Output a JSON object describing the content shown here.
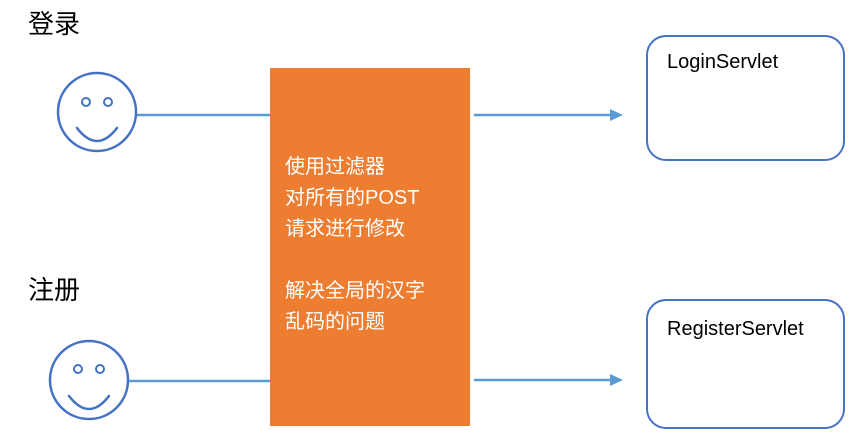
{
  "labels": {
    "login": "登录",
    "register": "注册"
  },
  "filter_box": {
    "paragraph_1": [
      "使用过滤器",
      "对所有的POST",
      "请求进行修改"
    ],
    "paragraph_2": [
      "解决全局的汉字",
      "乱码的问题"
    ]
  },
  "servlets": {
    "login": "LoginServlet",
    "register": "RegisterServlet"
  },
  "icons": {
    "actor": "smiley-face-icon",
    "connector": "arrow-right-icon"
  },
  "colors": {
    "filter_box_fill": "#ED7D31",
    "filter_box_text": "#FFFFFF",
    "connector_line": "#5B9BD5",
    "outline": "#4472C4"
  }
}
